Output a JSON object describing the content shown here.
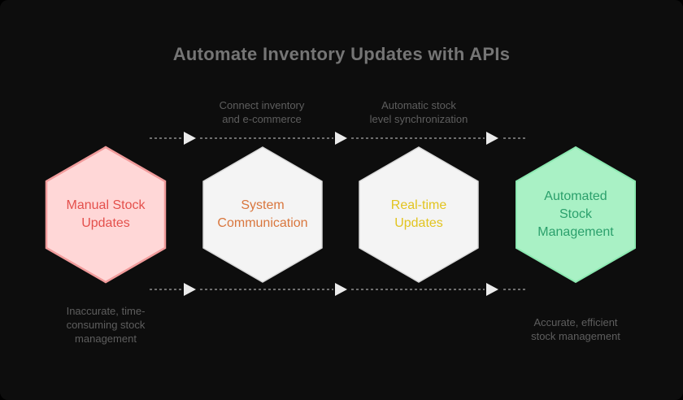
{
  "title": "Automate Inventory Updates with APIs",
  "nodes": [
    {
      "label": "Manual Stock\nUpdates",
      "fill": "#ffd7d7",
      "stroke": "#f19b9b",
      "text_color": "#e4504c"
    },
    {
      "label": "System\nCommunication",
      "fill": "#f4f4f4",
      "stroke": "#d8d8d8",
      "text_color": "#d9763d"
    },
    {
      "label": "Real-time\nUpdates",
      "fill": "#f4f4f4",
      "stroke": "#d8d8d8",
      "text_color": "#e2c41f"
    },
    {
      "label": "Automated\nStock\nManagement",
      "fill": "#a9f1c5",
      "stroke": "#8ce9b1",
      "text_color": "#2ba06c"
    }
  ],
  "annotations": {
    "top_label_1": "Connect inventory\nand e-commerce",
    "top_label_2": "Automatic stock\nlevel synchronization",
    "bottom_label_left": "Inaccurate, time-\nconsuming stock\nmanagement",
    "bottom_label_right": "Accurate, efficient\nstock management"
  },
  "style": {
    "background": "#0d0d0d",
    "title_color": "#757575",
    "annotation_color": "#5e5e5e",
    "arrow_dash_color": "#8f8f8f",
    "arrowhead_color": "#ebebeb"
  }
}
